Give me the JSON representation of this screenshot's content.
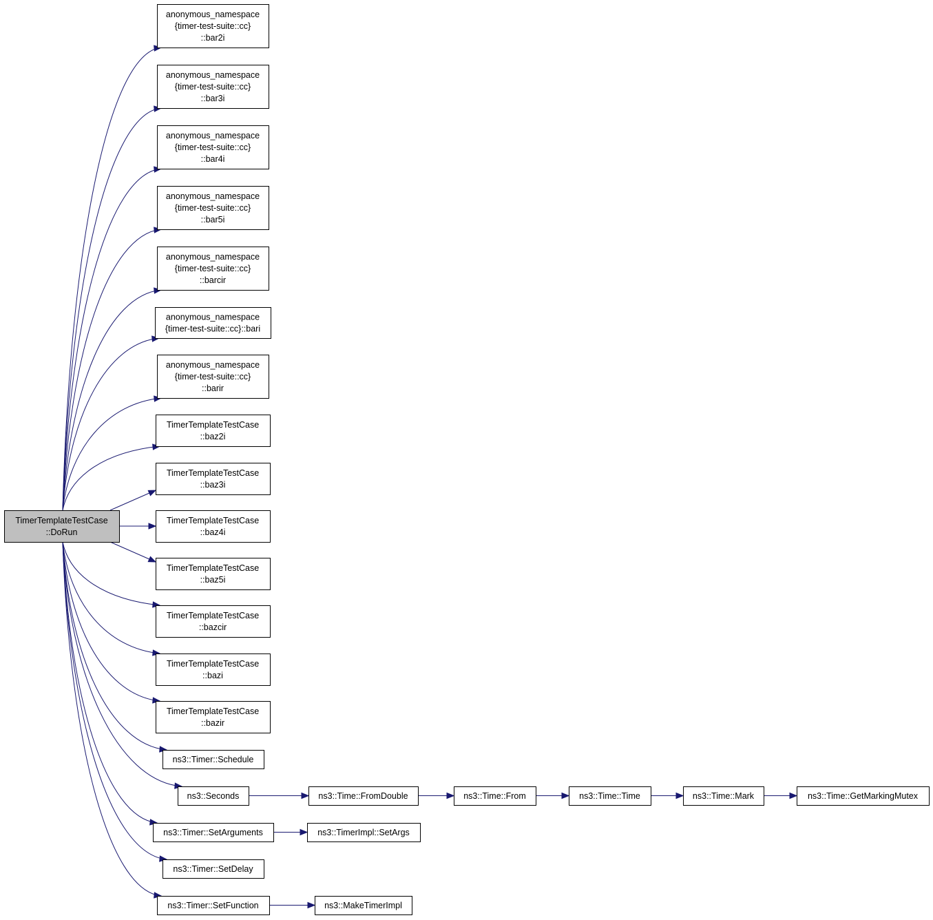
{
  "nodes": [
    {
      "id": "dorun",
      "lines": [
        "TimerTemplateTestCase",
        "::DoRun"
      ],
      "root": true
    },
    {
      "id": "bar2i",
      "lines": [
        "anonymous_namespace",
        "{timer-test-suite::cc}",
        "::bar2i"
      ]
    },
    {
      "id": "bar3i",
      "lines": [
        "anonymous_namespace",
        "{timer-test-suite::cc}",
        "::bar3i"
      ]
    },
    {
      "id": "bar4i",
      "lines": [
        "anonymous_namespace",
        "{timer-test-suite::cc}",
        "::bar4i"
      ]
    },
    {
      "id": "bar5i",
      "lines": [
        "anonymous_namespace",
        "{timer-test-suite::cc}",
        "::bar5i"
      ]
    },
    {
      "id": "barcir",
      "lines": [
        "anonymous_namespace",
        "{timer-test-suite::cc}",
        "::barcir"
      ]
    },
    {
      "id": "bari",
      "lines": [
        "anonymous_namespace",
        "{timer-test-suite::cc}::bari"
      ]
    },
    {
      "id": "barir",
      "lines": [
        "anonymous_namespace",
        "{timer-test-suite::cc}",
        "::barir"
      ]
    },
    {
      "id": "baz2i",
      "lines": [
        "TimerTemplateTestCase",
        "::baz2i"
      ]
    },
    {
      "id": "baz3i",
      "lines": [
        "TimerTemplateTestCase",
        "::baz3i"
      ]
    },
    {
      "id": "baz4i",
      "lines": [
        "TimerTemplateTestCase",
        "::baz4i"
      ]
    },
    {
      "id": "baz5i",
      "lines": [
        "TimerTemplateTestCase",
        "::baz5i"
      ]
    },
    {
      "id": "bazcir",
      "lines": [
        "TimerTemplateTestCase",
        "::bazcir"
      ]
    },
    {
      "id": "bazi",
      "lines": [
        "TimerTemplateTestCase",
        "::bazi"
      ]
    },
    {
      "id": "bazir",
      "lines": [
        "TimerTemplateTestCase",
        "::bazir"
      ]
    },
    {
      "id": "schedule",
      "lines": [
        "ns3::Timer::Schedule"
      ]
    },
    {
      "id": "seconds",
      "lines": [
        "ns3::Seconds"
      ]
    },
    {
      "id": "fromdouble",
      "lines": [
        "ns3::Time::FromDouble"
      ]
    },
    {
      "id": "from",
      "lines": [
        "ns3::Time::From"
      ]
    },
    {
      "id": "time",
      "lines": [
        "ns3::Time::Time"
      ]
    },
    {
      "id": "mark",
      "lines": [
        "ns3::Time::Mark"
      ]
    },
    {
      "id": "getmarkingmutex",
      "lines": [
        "ns3::Time::GetMarkingMutex"
      ]
    },
    {
      "id": "setarguments",
      "lines": [
        "ns3::Timer::SetArguments"
      ]
    },
    {
      "id": "setargs",
      "lines": [
        "ns3::TimerImpl::SetArgs"
      ]
    },
    {
      "id": "setdelay",
      "lines": [
        "ns3::Timer::SetDelay"
      ]
    },
    {
      "id": "setfunction",
      "lines": [
        "ns3::Timer::SetFunction"
      ]
    },
    {
      "id": "maketimerimpl",
      "lines": [
        "ns3::MakeTimerImpl"
      ]
    }
  ],
  "edges": [
    {
      "from": "dorun",
      "to": "bar2i"
    },
    {
      "from": "dorun",
      "to": "bar3i"
    },
    {
      "from": "dorun",
      "to": "bar4i"
    },
    {
      "from": "dorun",
      "to": "bar5i"
    },
    {
      "from": "dorun",
      "to": "barcir"
    },
    {
      "from": "dorun",
      "to": "bari"
    },
    {
      "from": "dorun",
      "to": "barir"
    },
    {
      "from": "dorun",
      "to": "baz2i"
    },
    {
      "from": "dorun",
      "to": "baz3i"
    },
    {
      "from": "dorun",
      "to": "baz4i"
    },
    {
      "from": "dorun",
      "to": "baz5i"
    },
    {
      "from": "dorun",
      "to": "bazcir"
    },
    {
      "from": "dorun",
      "to": "bazi"
    },
    {
      "from": "dorun",
      "to": "bazir"
    },
    {
      "from": "dorun",
      "to": "schedule"
    },
    {
      "from": "dorun",
      "to": "seconds"
    },
    {
      "from": "dorun",
      "to": "setarguments"
    },
    {
      "from": "dorun",
      "to": "setdelay"
    },
    {
      "from": "dorun",
      "to": "setfunction"
    },
    {
      "from": "seconds",
      "to": "fromdouble"
    },
    {
      "from": "fromdouble",
      "to": "from"
    },
    {
      "from": "from",
      "to": "time"
    },
    {
      "from": "time",
      "to": "mark"
    },
    {
      "from": "mark",
      "to": "getmarkingmutex"
    },
    {
      "from": "setarguments",
      "to": "setargs"
    },
    {
      "from": "setfunction",
      "to": "maketimerimpl"
    }
  ],
  "colors": {
    "edge": "#191970",
    "root_fill": "#bfbfbf",
    "node_fill": "#ffffff",
    "node_stroke": "#000000"
  }
}
